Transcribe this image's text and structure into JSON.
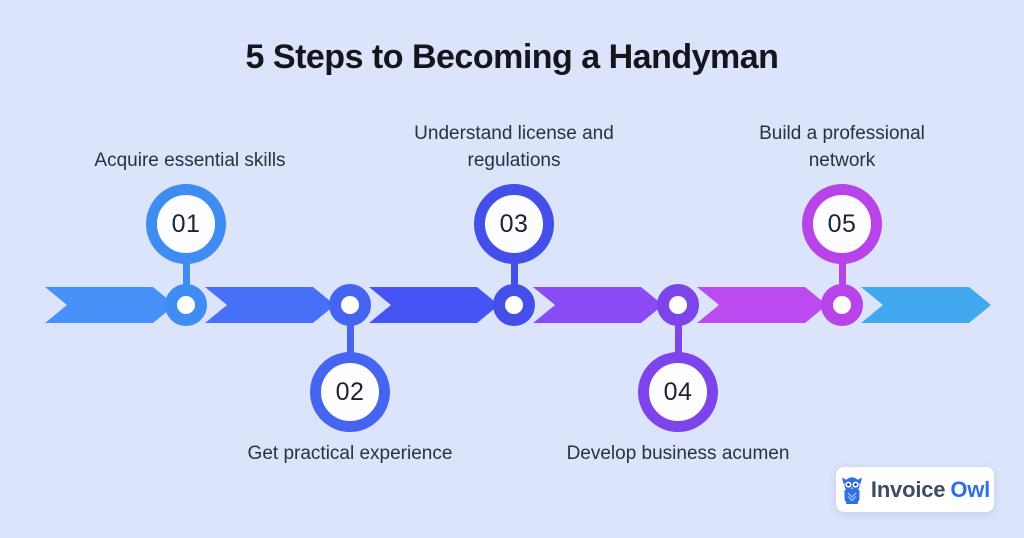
{
  "title": "5 Steps to Becoming a Handyman",
  "background_color": "#dce4fb",
  "title_color": "#14161c",
  "label_color": "#2a3142",
  "steps": [
    {
      "number": "01",
      "label": "Acquire essential skills",
      "placement": "above",
      "color": "#3f8cf3"
    },
    {
      "number": "02",
      "label": "Get practical experience",
      "placement": "below",
      "color": "#4565f0"
    },
    {
      "number": "03",
      "label": "Understand license and regulations",
      "placement": "above",
      "color": "#444ee9"
    },
    {
      "number": "04",
      "label": "Develop business acumen",
      "placement": "below",
      "color": "#7d44e9"
    },
    {
      "number": "05",
      "label": "Build a professional network",
      "placement": "above",
      "color": "#b844e9"
    }
  ],
  "arrow_segments": [
    {
      "color": "#4690f7"
    },
    {
      "color": "#4670f7"
    },
    {
      "color": "#4653f5"
    },
    {
      "color": "#8a4af5"
    },
    {
      "color": "#bb4af0"
    },
    {
      "color": "#41a8f0"
    }
  ],
  "logo": {
    "icon": "owl-icon",
    "icon_color": "#2e6fe3",
    "brand_first": "Invoice",
    "brand_second": "Owl"
  }
}
